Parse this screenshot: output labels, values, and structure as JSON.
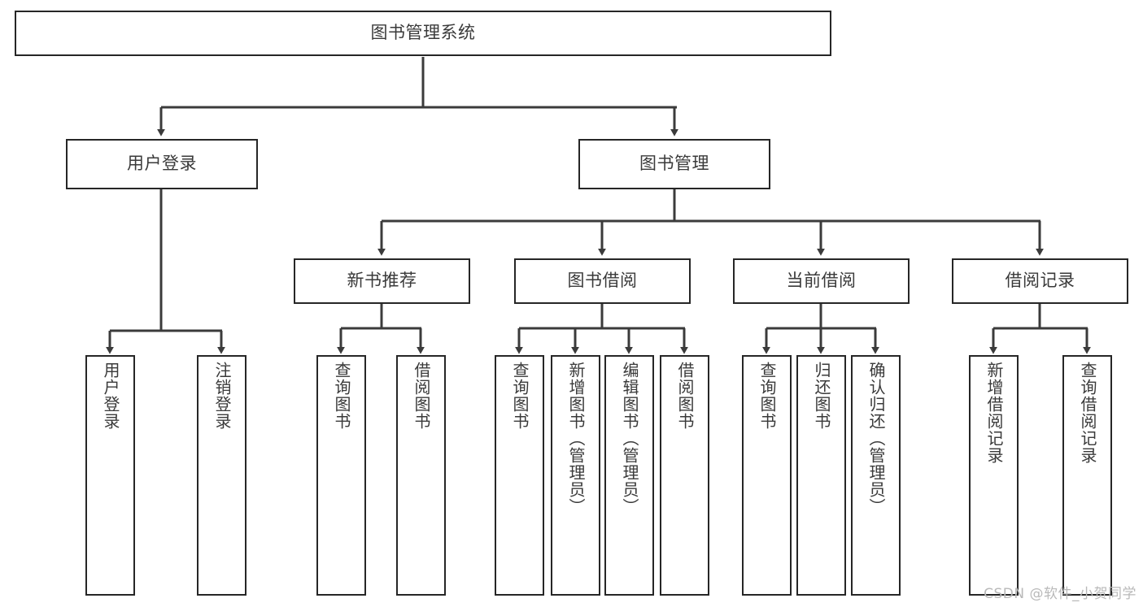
{
  "diagram": {
    "title": "图书管理系统",
    "type": "tree",
    "watermark": "CSDN @软件_小贺同学",
    "colors": {
      "box_border": "#262626",
      "box_fill": "#ffffff",
      "text": "#3a3a3a",
      "connector": "#3b3b3b",
      "watermark": "#b9b9b9",
      "background": "#ffffff"
    },
    "root": {
      "label": "图书管理系统"
    },
    "level2": [
      {
        "label": "用户登录"
      },
      {
        "label": "图书管理"
      }
    ],
    "level3": [
      {
        "label": "新书推荐"
      },
      {
        "label": "图书借阅"
      },
      {
        "label": "当前借阅"
      },
      {
        "label": "借阅记录"
      }
    ],
    "leaves": {
      "user_login": [
        {
          "label": "用户登录"
        },
        {
          "label": "注销登录"
        }
      ],
      "new_book_recommend": [
        {
          "label": "查询图书"
        },
        {
          "label": "借阅图书"
        }
      ],
      "book_borrow": [
        {
          "label": "查询图书"
        },
        {
          "label": "新增图书（管理员）"
        },
        {
          "label": "编辑图书（管理员）"
        },
        {
          "label": "借阅图书"
        }
      ],
      "current_borrow": [
        {
          "label": "查询图书"
        },
        {
          "label": "归还图书"
        },
        {
          "label": "确认归还（管理员）"
        }
      ],
      "borrow_records": [
        {
          "label": "新增借阅记录"
        },
        {
          "label": "查询借阅记录"
        }
      ]
    }
  }
}
